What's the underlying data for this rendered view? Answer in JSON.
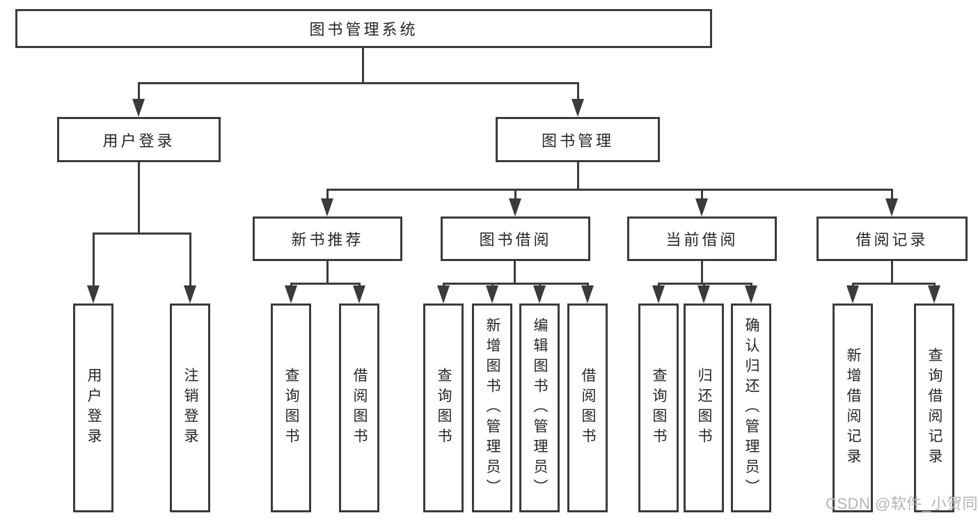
{
  "colors": {
    "line": "#3b3b3b",
    "text": "#262626",
    "watermark": "#b5b5b5",
    "bg": "#ffffff"
  },
  "root": {
    "label": "图书管理系统"
  },
  "level2": {
    "user_login": {
      "label": "用户登录"
    },
    "book_mgmt": {
      "label": "图书管理"
    }
  },
  "level3": {
    "new_book_rec": {
      "label": "新书推荐"
    },
    "book_borrow": {
      "label": "图书借阅"
    },
    "current_borrow": {
      "label": "当前借阅"
    },
    "borrow_records": {
      "label": "借阅记录"
    }
  },
  "leaves": {
    "user_login": {
      "label": "用户登录"
    },
    "logout": {
      "label": "注销登录"
    },
    "rec_query_books": {
      "label": "查询图书"
    },
    "rec_borrow_books": {
      "label": "借阅图书"
    },
    "bb_query_books": {
      "label": "查询图书"
    },
    "bb_add_books": {
      "label": "新增图书（管理员）"
    },
    "bb_edit_books": {
      "label": "编辑图书（管理员）"
    },
    "bb_borrow_books": {
      "label": "借阅图书"
    },
    "cb_query_books": {
      "label": "查询图书"
    },
    "cb_return_books": {
      "label": "归还图书"
    },
    "cb_confirm_return": {
      "label": "确认归还（管理员）"
    },
    "br_add_record": {
      "label": "新增借阅记录"
    },
    "br_query_record": {
      "label": "查询借阅记录"
    }
  },
  "watermark": {
    "text": "CSDN @软件_小贺同学"
  }
}
